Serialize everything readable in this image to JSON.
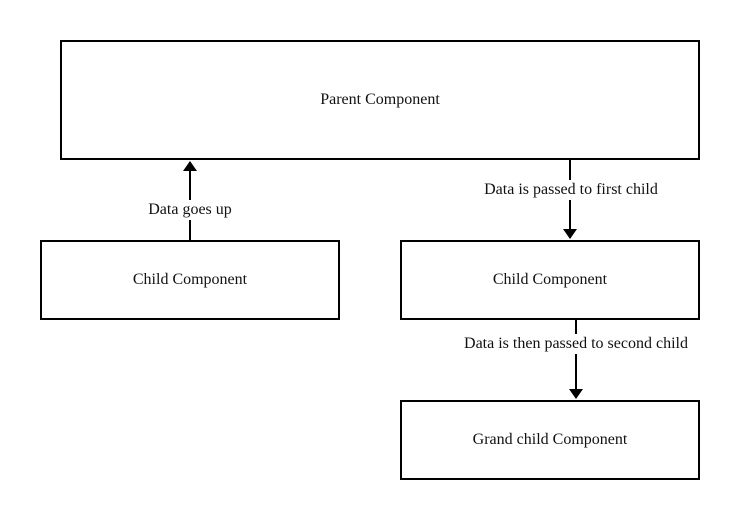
{
  "diagram": {
    "nodes": {
      "parent": {
        "label": "Parent Component"
      },
      "child_left": {
        "label": "Child Component"
      },
      "child_right": {
        "label": "Child Component"
      },
      "grandchild": {
        "label": "Grand child Component"
      }
    },
    "edges": {
      "up": {
        "label": "Data goes up",
        "from": "child_left",
        "to": "parent"
      },
      "down_first": {
        "label": "Data is passed to first child",
        "from": "parent",
        "to": "child_right"
      },
      "down_second": {
        "label": "Data is then passed to second child",
        "from": "child_right",
        "to": "grandchild"
      }
    },
    "colors": {
      "stroke": "#000000",
      "background": "#ffffff",
      "text": "#111111"
    }
  }
}
